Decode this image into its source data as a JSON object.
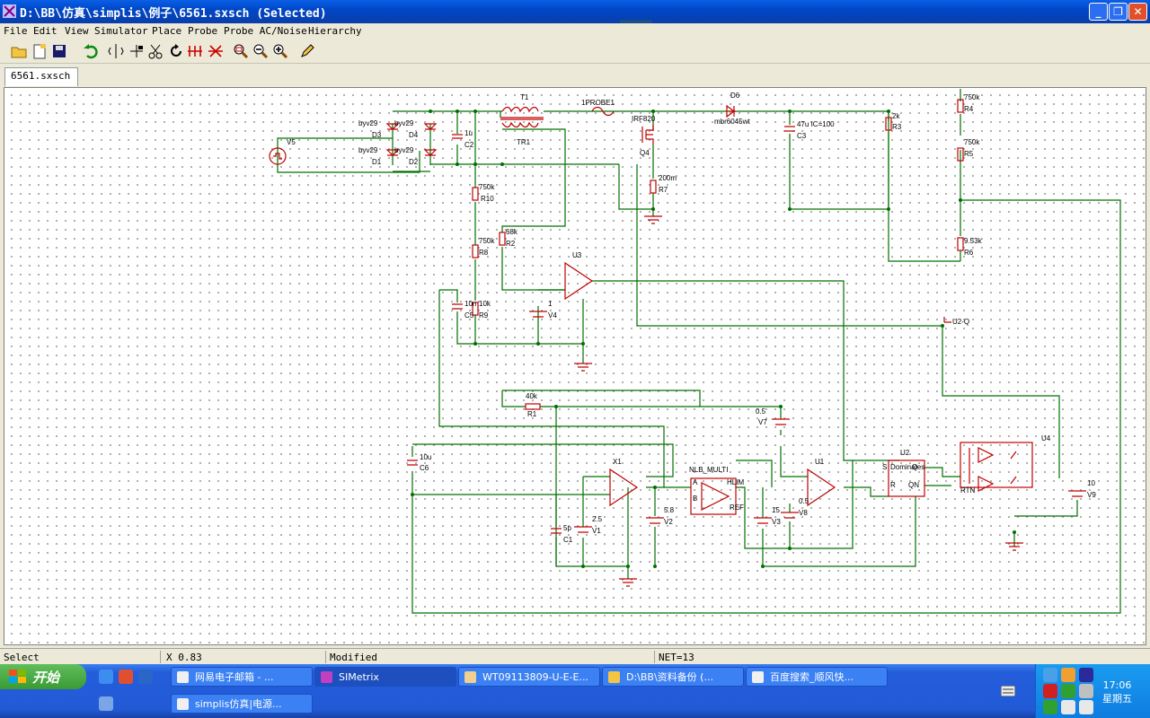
{
  "window": {
    "title": "D:\\BB\\仿真\\simplis\\例子\\6561.sxsch (Selected)"
  },
  "menu": [
    "File",
    "Edit",
    "View",
    "Simulator",
    "Place",
    "Probe",
    "Probe AC/Noise",
    "Hierarchy"
  ],
  "tab": {
    "label": "6561.sxsch"
  },
  "schematic": {
    "labels": [
      "byv29",
      "D3",
      "byv29",
      "D4",
      "byv29",
      "D1",
      "byv29",
      "D2",
      "V5",
      "1u",
      "C2",
      "T1",
      "TR1",
      "1PROBE1",
      "IRF820",
      "Q4",
      "D6",
      "mbr6045wt",
      "47u IC=100",
      "C3",
      "2k",
      "R3",
      "750k",
      "R4",
      "750k",
      "R5",
      "9.53k",
      "R6",
      "200m",
      "R7",
      "750k",
      "R10",
      "750k",
      "R8",
      "68k",
      "R2",
      "U3",
      "10n",
      "C5",
      "10k",
      "R9",
      "1",
      "V4",
      "U2-Q",
      "40k",
      "R1",
      "0.5",
      "V7",
      "10u",
      "C6",
      "X1",
      "2.5",
      "V1",
      "5p",
      "C1",
      "5.8",
      "V2",
      "NLB_MULTI",
      "A",
      "B",
      "HLIM",
      "REF",
      "15",
      "V3",
      "U1",
      "0.5",
      "V8",
      "U2",
      "S",
      "R",
      "Q",
      "QN",
      "Dominates",
      "U4",
      "RTN",
      "10",
      "V9"
    ]
  },
  "status": {
    "mode": "Select",
    "x": "X  0.83",
    "modified": "Modified",
    "net": "NET=13"
  },
  "taskbar": {
    "start": "开始",
    "buttons": [
      {
        "label": "网易电子邮箱 - ..."
      },
      {
        "label": "SIMetrix"
      },
      {
        "label": "WT09113809-U-E-E..."
      },
      {
        "label": "D:\\BB\\资料备份 (..."
      },
      {
        "label": "百度搜索_顺风快..."
      },
      {
        "label": "simplis仿真|电源..."
      }
    ],
    "clock": {
      "time": "17:06",
      "day": "星期五"
    }
  },
  "icons": {
    "title_icon": "simplis-app-icon",
    "taskbar_center_icon": "simetrix-logo-icon"
  }
}
